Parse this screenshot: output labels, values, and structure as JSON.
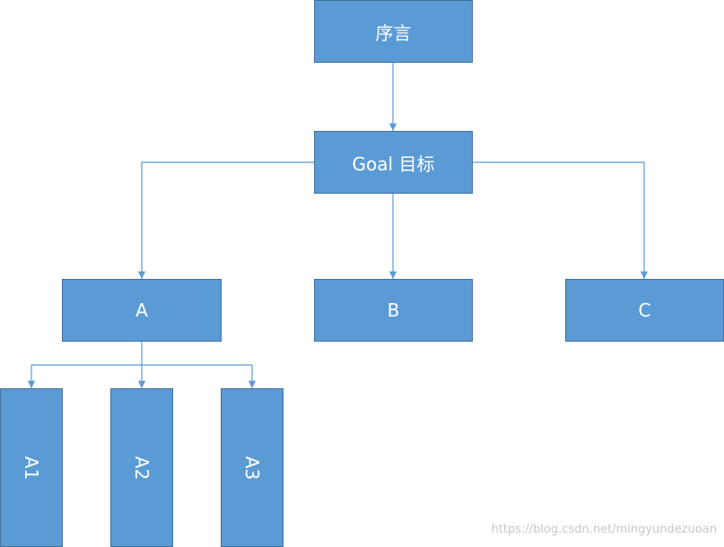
{
  "diagram": {
    "nodes": {
      "preface": "序言",
      "goal": "Goal 目标",
      "a": "A",
      "b": "B",
      "c": "C",
      "a1": "A1",
      "a2": "A2",
      "a3": "A3"
    },
    "colors": {
      "node_fill": "#5b9bd5",
      "node_border": "#41719c",
      "connector": "#5b9bd5",
      "text": "#ffffff"
    }
  },
  "watermark": "https://blog.csdn.net/mingyundezuoan"
}
